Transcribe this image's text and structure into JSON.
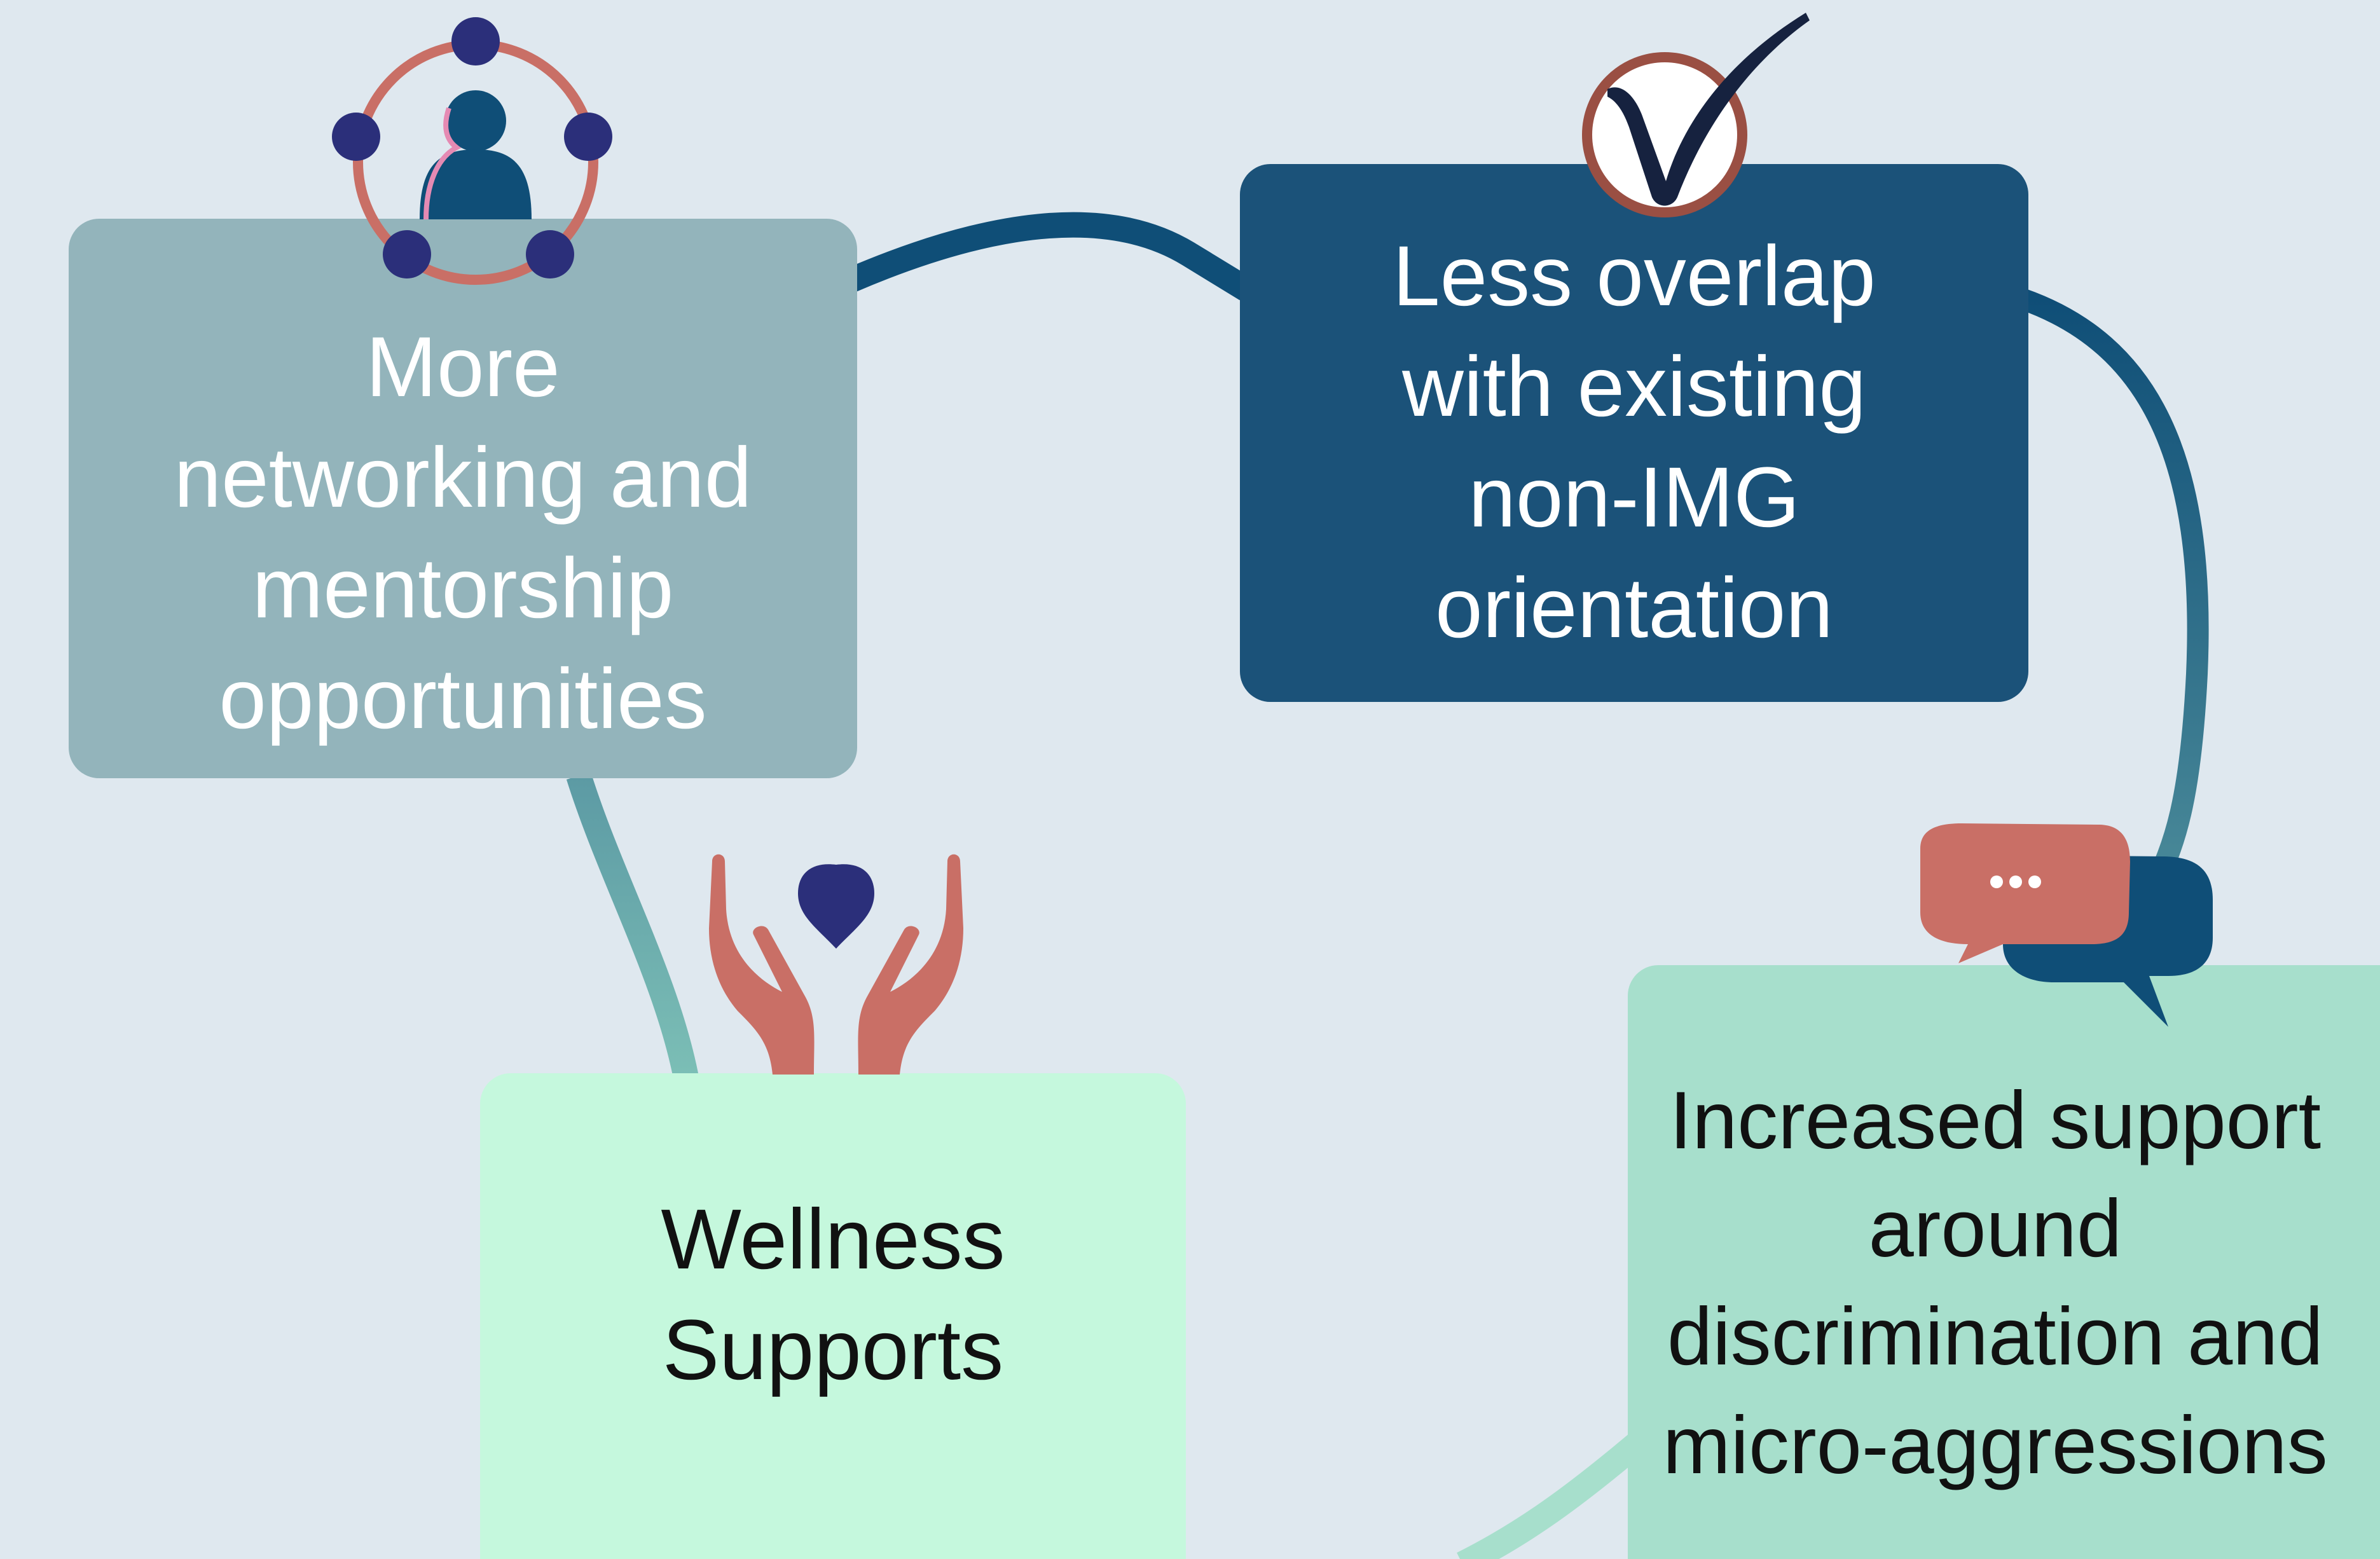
{
  "colors": {
    "background": "#dfe8ef",
    "networking_box": "#93b4bb",
    "orientation_box": "#1b5279",
    "wellness_box": "#c5f8dd",
    "discrimination_box": "#a7dfcc",
    "connector_dark": "#0f4e77",
    "accent_salmon": "#c96f66",
    "accent_navy": "#2b2f7a"
  },
  "nodes": {
    "networking": {
      "label": "More\nnetworking and\nmentorship\nopportunities",
      "icon": "people-network-icon"
    },
    "orientation": {
      "label": "Less overlap\nwith existing\nnon-IMG\norientation",
      "icon": "checkmark-icon"
    },
    "wellness": {
      "label": "Wellness\nSupports",
      "icon": "hands-heart-icon"
    },
    "discrimination": {
      "label": "Increased support\naround\ndiscrimination and\nmicro-aggressions",
      "icon": "speech-bubbles-icon"
    }
  }
}
